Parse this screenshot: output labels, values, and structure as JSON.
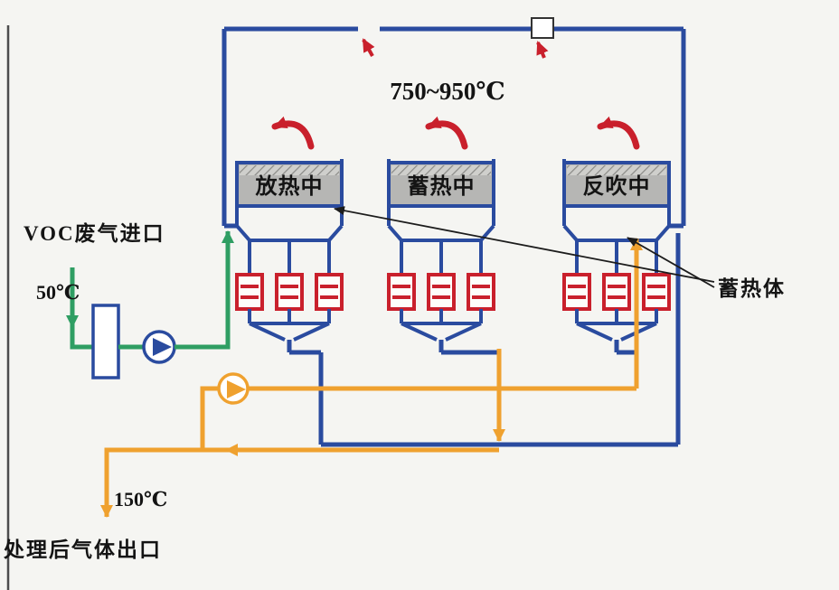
{
  "colors": {
    "blue": "#2a4b9f",
    "red": "#c9202c",
    "green": "#2f9e63",
    "orange": "#efa12f",
    "gray_box": "#b6b6b4",
    "ink": "#141414",
    "bg": "#f5f5f2"
  },
  "labels": {
    "voc_inlet": "VOC废气进口",
    "inlet_temp": "50℃",
    "chamber_temp": "750~950℃",
    "chamber1_status": "放热中",
    "chamber2_status": "蓄热中",
    "chamber3_status": "反吹中",
    "heat_storage_media": "蓄热体",
    "outlet_temp": "150℃",
    "outlet": "处理后气体出口"
  }
}
